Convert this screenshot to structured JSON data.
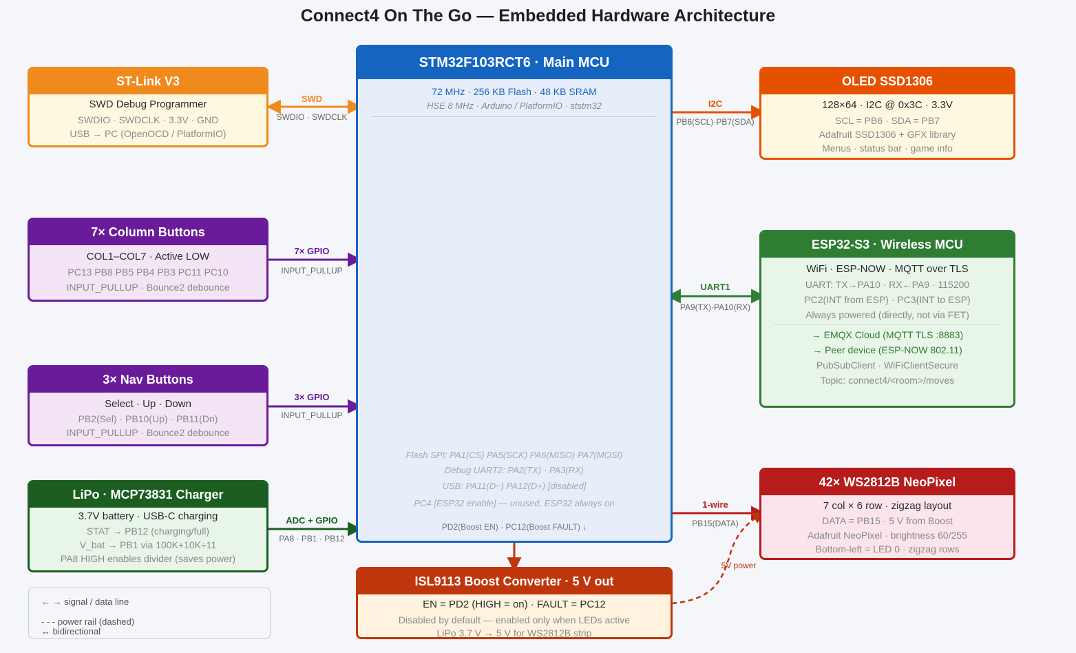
{
  "title": "Connect4 On The Go — Embedded Hardware Architecture",
  "mcu": {
    "title": "STM32F103RCT6 · Main MCU",
    "specs": "72 MHz · 256 KB Flash · 48 KB SRAM",
    "sub": "HSE 8 MHz · Arduino / PlatformIO · ststm32",
    "notes": [
      "Flash SPI: PA1(CS) PA5(SCK) PA6(MISO) PA7(MOSI)",
      "Debug UART2: PA2(TX) · PA3(RX)",
      "USB: PA11(D−) PA12(D+) [disabled]",
      "PC4 [ESP32 enable] — unused, ESP32 always on"
    ],
    "bottom_note": "PD2(Boost EN) · PC12(Boost FAULT) ↓"
  },
  "stlink": {
    "title": "ST-Link V3",
    "line1": "SWD Debug Programmer",
    "line2": "SWDIO · SWDCLK · 3.3V · GND",
    "line3": "USB → PC (OpenOCD / PlatformIO)"
  },
  "colbtn": {
    "title": "7× Column Buttons",
    "line1": "COL1–COL7 · Active LOW",
    "line2": "PC13 PB8 PB5 PB4 PB3 PC11 PC10",
    "line3": "INPUT_PULLUP · Bounce2 debounce"
  },
  "navbtn": {
    "title": "3× Nav Buttons",
    "line1": "Select · Up · Down",
    "line2": "PB2(Sel) · PB10(Up) · PB11(Dn)",
    "line3": "INPUT_PULLUP · Bounce2 debounce"
  },
  "lipo": {
    "title": "LiPo · MCP73831 Charger",
    "line1": "3.7V battery · USB-C charging",
    "line2": "STAT → PB12 (charging/full)",
    "line3": "V_bat → PB1 via 100K+10K÷11",
    "line4": "PA8 HIGH enables divider (saves power)"
  },
  "oled": {
    "title": "OLED SSD1306",
    "line1": "128×64 · I2C @ 0x3C · 3.3V",
    "line2": "SCL = PB6 · SDA = PB7",
    "line3": "Adafruit SSD1306 + GFX library",
    "line4": "Menus · status bar · game info"
  },
  "esp": {
    "title": "ESP32-S3 · Wireless MCU",
    "line1": "WiFi · ESP-NOW · MQTT over TLS",
    "line2": "UART: TX→PA10 · RX←PA9 · 115200",
    "line3": "PC2(INT from ESP) · PC3(INT to ESP)",
    "line4": "Always powered (directly, not via FET)",
    "line5": "→ EMQX Cloud (MQTT TLS :8883)",
    "line6": "→ Peer device (ESP-NOW 802.11)",
    "line7": "PubSubClient · WiFiClientSecure",
    "line8": "Topic: connect4/<room>/moves"
  },
  "neo": {
    "title": "42× WS2812B NeoPixel",
    "line1": "7 col × 6 row · zigzag layout",
    "line2": "DATA = PB15 · 5 V from Boost",
    "line3": "Adafruit NeoPixel · brightness 60/255",
    "line4": "Bottom-left = LED 0 · zigzag rows"
  },
  "boost": {
    "title": "ISL9113 Boost Converter · 5 V out",
    "line1": "EN = PD2 (HIGH = on) · FAULT = PC12",
    "line2": "Disabled by default — enabled only when LEDs active",
    "line3": "LiPo 3.7 V → 5 V for WS2812B strip"
  },
  "links": {
    "swd": "SWD",
    "swd_sub": "SWDIO · SWDCLK",
    "gpio7": "7× GPIO",
    "gpio7_sub": "INPUT_PULLUP",
    "gpio3": "3× GPIO",
    "gpio3_sub": "INPUT_PULLUP",
    "adc": "ADC + GPIO",
    "adc_sub": "PA8 · PB1 · PB12",
    "i2c": "I2C",
    "i2c_sub": "PB6(SCL)·PB7(SDA)",
    "uart": "UART1",
    "uart_sub": "PA9(TX)·PA10(RX)",
    "wire": "1-wire",
    "wire_sub": "PB15(DATA)",
    "power": "5V power"
  },
  "legend": {
    "signal": "← → signal / data line",
    "power": "- - - power rail (dashed)",
    "bidir": "↔ bidirectional"
  },
  "colors": {
    "mcu": "#1565c0",
    "stlink": "#f08a1c",
    "buttons": "#6a1b9a",
    "lipo": "#1b5e20",
    "oled": "#e65100",
    "esp": "#2e7d32",
    "neo": "#b71c1c",
    "boost": "#bf360c"
  }
}
